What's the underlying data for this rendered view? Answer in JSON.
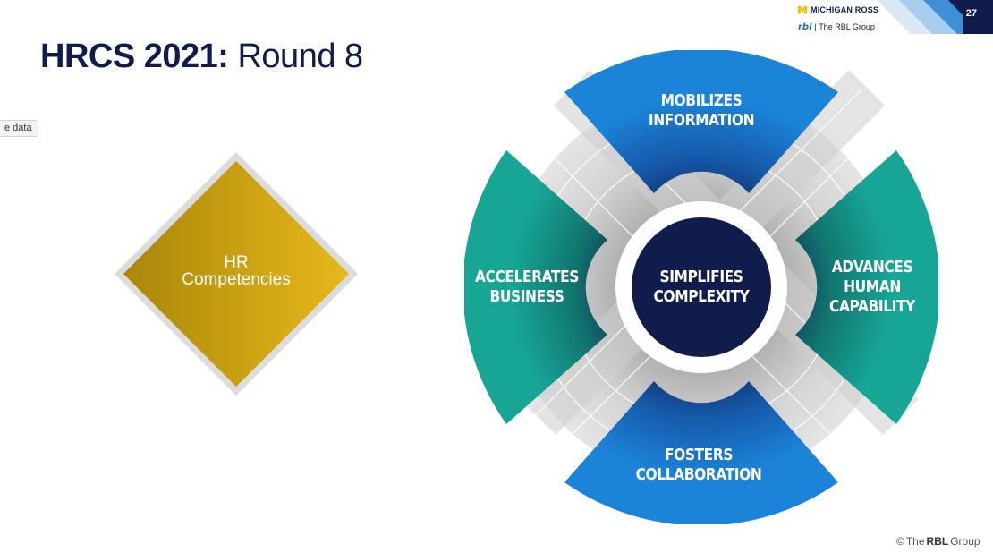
{
  "slide": {
    "title_bold": "HRCS 2021:",
    "title_rest": " Round 8",
    "page_number": "27"
  },
  "header_logos": {
    "michigan_ross": "MICHIGAN ROSS",
    "rbl_mark": "rbl",
    "rbl_text": "| The RBL Group"
  },
  "tooltip": {
    "text": "e data"
  },
  "diamond": {
    "line1": "HR",
    "line2": "Competencies",
    "color_light": "#e8b81c",
    "color_dark": "#a9860b"
  },
  "wheel": {
    "center": {
      "line1": "SIMPLIFIES",
      "line2": "COMPLEXITY",
      "color": "#0f1c4c"
    },
    "top": {
      "line1": "MOBILIZES",
      "line2": "INFORMATION",
      "color": "#1b84d8"
    },
    "bottom": {
      "line1": "FOSTERS",
      "line2": "COLLABORATION",
      "color": "#1b84d8"
    },
    "left": {
      "line1": "ACCELERATES",
      "line2": "BUSINESS",
      "color": "#17a596"
    },
    "right": {
      "line1": "ADVANCES",
      "line2": "HUMAN",
      "line3": "CAPABILITY",
      "color": "#17a596"
    }
  },
  "footer": {
    "copyright": "©",
    "the": "The",
    "rbl": "RBL",
    "group": "Group"
  },
  "colors": {
    "navy": "#0f1c4c",
    "blue": "#1b84d8",
    "teal": "#17a596",
    "grey": "#d9d9d9"
  }
}
